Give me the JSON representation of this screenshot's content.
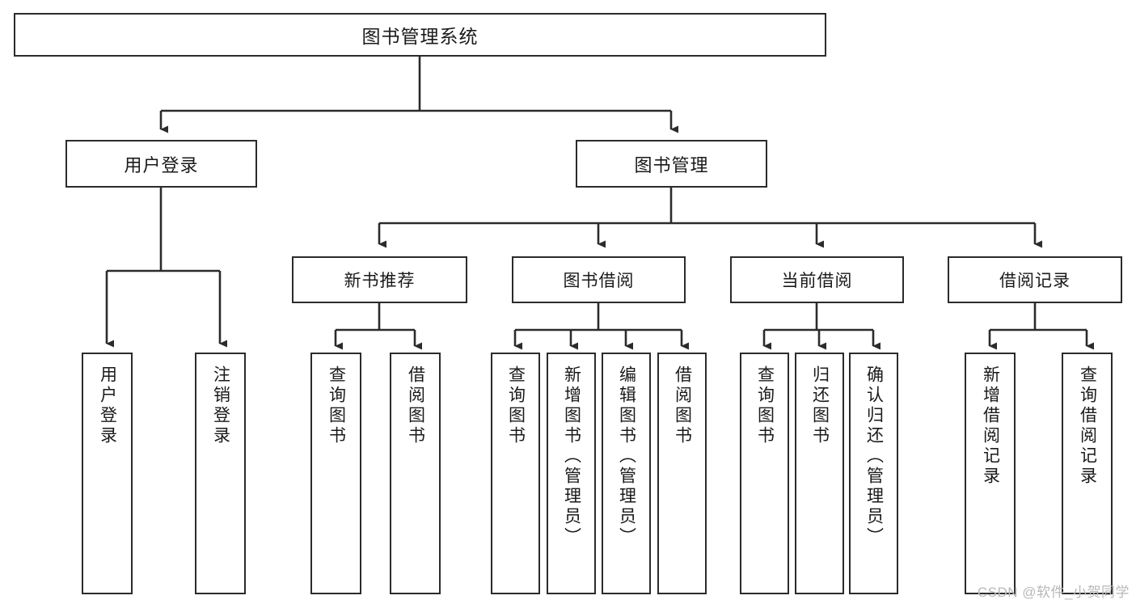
{
  "diagram": {
    "title": "图书管理系统",
    "type": "功能结构图",
    "watermark": "CSDN @软件_小贺同学",
    "colors": {
      "box_border": "#2b2b2b",
      "box_fill": "#ffffff",
      "connector": "#2b2b2b",
      "text": "#1a1a1a",
      "watermark": "#b8b8b8",
      "background": "#ffffff"
    },
    "root": {
      "label": "图书管理系统"
    },
    "level2": [
      {
        "label": "用户登录"
      },
      {
        "label": "图书管理"
      }
    ],
    "level3": [
      {
        "label": "新书推荐"
      },
      {
        "label": "图书借阅"
      },
      {
        "label": "当前借阅"
      },
      {
        "label": "借阅记录"
      }
    ],
    "leaves": {
      "user_login": [
        {
          "label": "用户登录"
        },
        {
          "label": "注销登录"
        }
      ],
      "new_book_recommend": [
        {
          "label": "查询图书"
        },
        {
          "label": "借阅图书"
        }
      ],
      "book_borrow": [
        {
          "label": "查询图书"
        },
        {
          "label": "新增图书（管理员）"
        },
        {
          "label": "编辑图书（管理员）"
        },
        {
          "label": "借阅图书"
        }
      ],
      "current_borrow": [
        {
          "label": "查询图书"
        },
        {
          "label": "归还图书"
        },
        {
          "label": "确认归还（管理员）"
        }
      ],
      "borrow_record": [
        {
          "label": "新增借阅记录"
        },
        {
          "label": "查询借阅记录"
        }
      ]
    }
  }
}
